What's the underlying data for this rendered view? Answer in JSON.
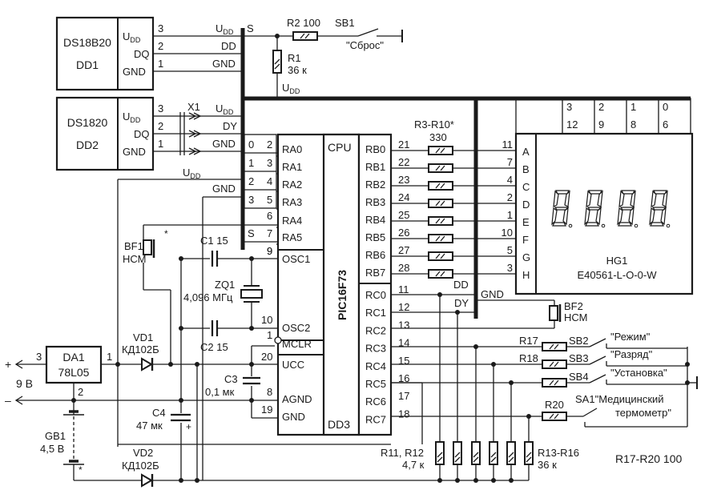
{
  "sensors": [
    {
      "name": "DS18B20",
      "ref": "DD1",
      "pins": [
        {
          "num": "3",
          "label": "UDD"
        },
        {
          "num": "2",
          "label": "DQ"
        },
        {
          "num": "1",
          "label": "GND"
        }
      ],
      "bus_labels": [
        "UDD",
        "DD",
        "GND"
      ]
    },
    {
      "name": "DS1820",
      "ref": "DD2",
      "pins": [
        {
          "num": "3",
          "label": "UDD"
        },
        {
          "num": "2",
          "label": "DQ"
        },
        {
          "num": "1",
          "label": "GND"
        }
      ],
      "bus_labels": [
        "UDD",
        "DY",
        "GND"
      ],
      "connector": "X1"
    }
  ],
  "annotations": {
    "s_top": "S",
    "s_ra5": "S"
  },
  "reset": {
    "r2": "R2 100",
    "sb1": "SB1",
    "sb1_label": "\"Сброс\"",
    "r1": "R1",
    "r1_val": "36 к",
    "udd": "UDD"
  },
  "port_a": {
    "connector_left": [
      "0",
      "1",
      "2",
      "3"
    ],
    "connector_right": [
      "2",
      "3",
      "4",
      "5",
      "6",
      "7",
      "9"
    ],
    "side_labels": [
      "GND",
      "UDD",
      "GND"
    ],
    "pins": [
      "RA0",
      "RA1",
      "RA2",
      "RA3",
      "RA4",
      "RA5"
    ]
  },
  "mcu": {
    "name": "PIC16F73",
    "ref": "DD3",
    "cpu": "CPU",
    "left_pins": [
      {
        "num": "9",
        "label": "OSC1"
      },
      {
        "num": "10",
        "label": "OSC2"
      },
      {
        "num": "1",
        "label": "MCLR"
      },
      {
        "num": "20",
        "label": "UCC"
      },
      {
        "num": "8",
        "label": "AGND"
      },
      {
        "num": "19",
        "label": "GND"
      }
    ],
    "rb_pins": [
      {
        "num": "21",
        "label": "RB0"
      },
      {
        "num": "22",
        "label": "RB1"
      },
      {
        "num": "23",
        "label": "RB2"
      },
      {
        "num": "24",
        "label": "RB3"
      },
      {
        "num": "25",
        "label": "RB4"
      },
      {
        "num": "26",
        "label": "RB5"
      },
      {
        "num": "27",
        "label": "RB6"
      },
      {
        "num": "28",
        "label": "RB7"
      }
    ],
    "rc_pins": [
      {
        "num": "11",
        "label": "RC0"
      },
      {
        "num": "12",
        "label": "RC1"
      },
      {
        "num": "13",
        "label": "RC2"
      },
      {
        "num": "14",
        "label": "RC3"
      },
      {
        "num": "15",
        "label": "RC4"
      },
      {
        "num": "16",
        "label": "RC5"
      },
      {
        "num": "17",
        "label": "RC6"
      },
      {
        "num": "18",
        "label": "RC7"
      }
    ]
  },
  "seg_resistors": {
    "label": "R3-R10*",
    "value": "330"
  },
  "display": {
    "ref": "HG1",
    "part": "E40561-L-O-0-W",
    "segments": [
      "A",
      "B",
      "C",
      "D",
      "E",
      "F",
      "G",
      "H"
    ],
    "segment_pins": [
      "11",
      "7",
      "4",
      "2",
      "1",
      "10",
      "5",
      "3"
    ],
    "digit_index": [
      "3",
      "2",
      "1",
      "0"
    ],
    "digit_pins": [
      "12",
      "9",
      "8",
      "6"
    ]
  },
  "bus_marks": {
    "dd": "DD",
    "dy": "DY",
    "gnd": "GND"
  },
  "buzzer1": {
    "ref": "BF1",
    "type": "НСМ"
  },
  "buzzer2": {
    "ref": "BF2",
    "type": "НСМ"
  },
  "osc": {
    "c1": "C1 15",
    "c2": "C2 15",
    "zq": "ZQ1",
    "zq_val": "4,096 МГц"
  },
  "power": {
    "da1": "DA1",
    "da1_part": "78L05",
    "pin3": "3",
    "pin1": "1",
    "pin2": "2",
    "plus": "+",
    "minus": "–",
    "vin": "9 В",
    "vd1": "VD1",
    "vd1_part": "КД102Б",
    "vd2": "VD2",
    "vd2_part": "КД102Б",
    "c3": "C3",
    "c3_val": "0,1 мк",
    "c4": "C4",
    "c4_val": "47 мк",
    "gb1": "GB1",
    "gb1_val": "4,5 В"
  },
  "buttons": [
    {
      "r": "R17",
      "sb": "SB2",
      "label": "\"Режим\""
    },
    {
      "r": "R18",
      "sb": "SB3",
      "label": "\"Разряд\""
    },
    {
      "r": "",
      "sb": "SB4",
      "label": "\"Установка\""
    }
  ],
  "switch": {
    "r": "R20",
    "sa": "SA1",
    "label1": "\"Медицинский",
    "label2": "термометр\""
  },
  "pullups": {
    "left": "R11, R12",
    "left_val": "4,7 к",
    "right": "R13-R16",
    "right_val": "36 к"
  },
  "note": "R17-R20 100"
}
